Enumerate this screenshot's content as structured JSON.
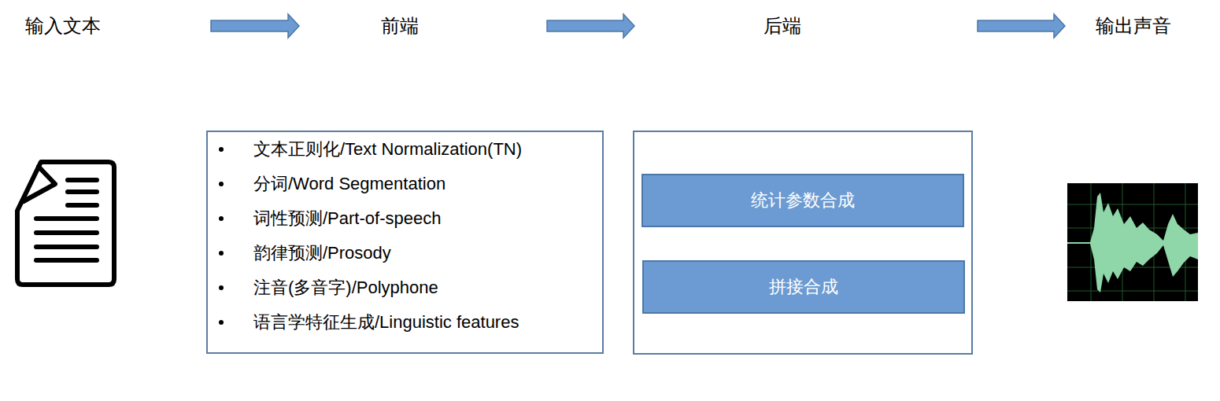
{
  "diagram": {
    "nodes": [
      {
        "text": [
          "输入文本"
        ]
      },
      {
        "text": [
          "前端"
        ]
      },
      {
        "text": [
          "后端"
        ]
      },
      {
        "text": [
          "输出声音"
        ]
      },
      {
        "text": [
          "文本正则化/Text Normalization(TN)",
          "分词/Word Segmentation",
          "词性预测/Part-of-speech",
          "韵律预测/Prosody",
          "注音(多音字)/Polyphone",
          "语言学特征生成/Linguistic features"
        ]
      },
      {
        "text": []
      },
      {
        "text": [
          "统计参数合成"
        ],
        "in": 5
      },
      {
        "text": [
          "拼接合成"
        ],
        "in": 5
      }
    ],
    "edges": [
      {
        "from": 0,
        "to": 1,
        "arrow": "to"
      },
      {
        "from": 1,
        "to": 2,
        "arrow": "to"
      },
      {
        "from": 2,
        "to": 3,
        "arrow": "to"
      }
    ]
  }
}
